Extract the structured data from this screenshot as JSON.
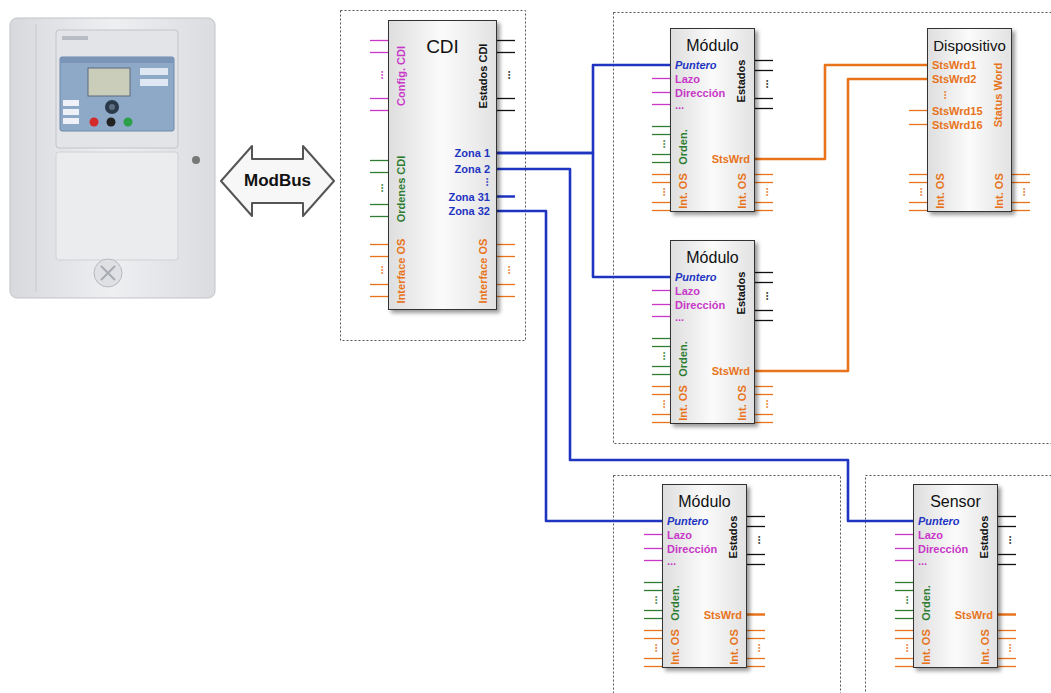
{
  "diagram": {
    "nodes": [
      {
        "text": [
          "ModBus"
        ]
      },
      {
        "text": [
          "CDI",
          "Config. CDI",
          "Ordenes CDI",
          "Interface OS",
          "Estados CDI",
          "Zona 1",
          "Zona 2",
          "...",
          "Zona 31",
          "Zona 32",
          "Interface OS"
        ]
      },
      {
        "text": [
          "Módulo",
          "Puntero",
          "Lazo",
          "Dirección",
          "...",
          "Orden.",
          "Int. OS",
          "Estados",
          "StsWrd",
          "Int. OS"
        ]
      },
      {
        "text": [
          "Dispositivo",
          "StsWrd1",
          "StsWrd2",
          "...",
          "StsWrd15",
          "StsWrd16",
          "Status Word",
          "Int. OS",
          "Int. OS"
        ]
      },
      {
        "text": [
          "Módulo",
          "Puntero",
          "Lazo",
          "Dirección",
          "...",
          "Orden.",
          "Int. OS",
          "Estados",
          "StsWrd",
          "Int. OS"
        ]
      },
      {
        "text": [
          "Módulo",
          "Puntero",
          "Lazo",
          "Dirección",
          "...",
          "Orden.",
          "Int. OS",
          "Estados",
          "StsWrd",
          "Int. OS"
        ]
      },
      {
        "text": [
          "Sensor",
          "Puntero",
          "Lazo",
          "Dirección",
          "...",
          "Orden.",
          "Int. OS",
          "Estados",
          "StsWrd",
          "Int. OS"
        ]
      }
    ],
    "edges": [
      {
        "from": 1,
        "to": 2,
        "arrow": "none"
      },
      {
        "from": 1,
        "to": 4,
        "arrow": "none"
      },
      {
        "from": 1,
        "to": 5,
        "arrow": "none"
      },
      {
        "from": 1,
        "to": 6,
        "arrow": "none"
      },
      {
        "from": 2,
        "to": 3,
        "arrow": "none"
      },
      {
        "from": 4,
        "to": 3,
        "arrow": "none"
      }
    ],
    "labels": [
      "...",
      "...",
      "...",
      "...",
      "...",
      "...",
      "...",
      "...",
      "...",
      "...",
      "...",
      "...",
      "...",
      "...",
      "...",
      "...",
      "...",
      "...",
      "...",
      "...",
      "...",
      "...",
      "..."
    ]
  }
}
